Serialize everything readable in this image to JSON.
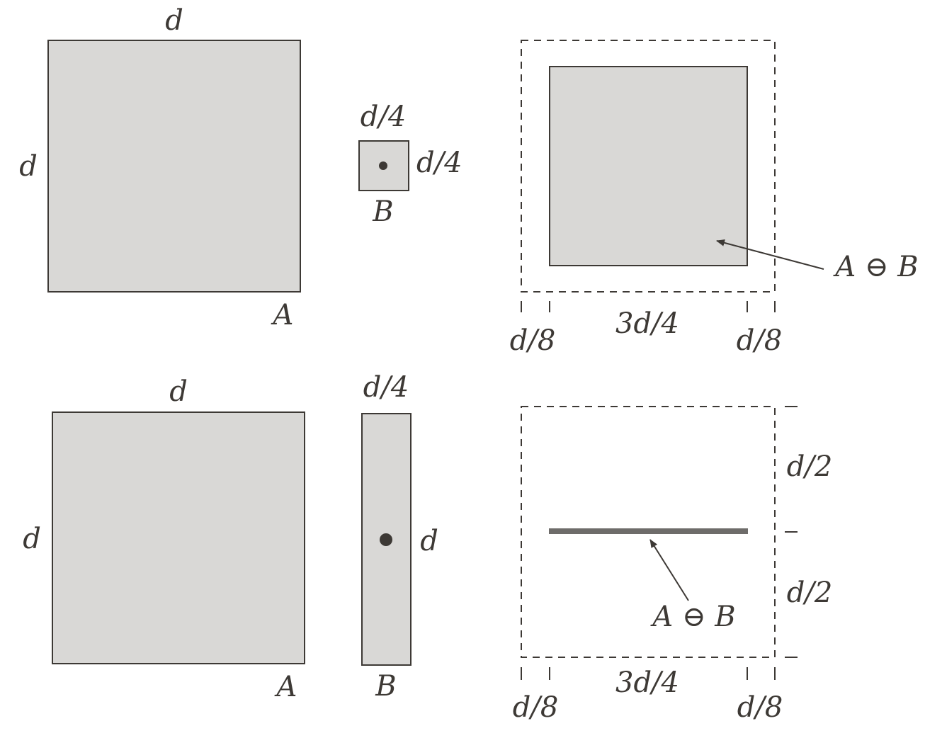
{
  "colors": {
    "fill": "#d9d8d6",
    "stroke": "#3d3935",
    "line": "#6e6c6a"
  },
  "top": {
    "a_width": "d",
    "a_height": "d",
    "a_label": "A",
    "b_width": "d/4",
    "b_height": "d/4",
    "b_label": "B",
    "result_label": "A ⊖ B",
    "margin_left": "d/8",
    "inner_width": "3d/4",
    "margin_right": "d/8"
  },
  "bottom": {
    "a_width": "d",
    "a_height": "d",
    "a_label": "A",
    "b_width": "d/4",
    "b_height": "d",
    "b_label": "B",
    "result_label": "A ⊖ B",
    "upper_half": "d/2",
    "lower_half": "d/2",
    "margin_left": "d/8",
    "inner_width": "3d/4",
    "margin_right": "d/8"
  }
}
